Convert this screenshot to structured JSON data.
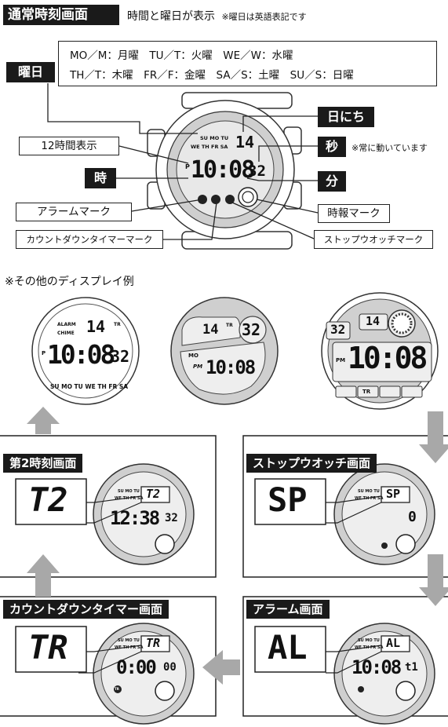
{
  "header": {
    "title": "通常時刻画面",
    "subtitle": "時間と曜日が表示",
    "note": "※曜日は英語表記です"
  },
  "weekday_legend": {
    "tag": "曜日",
    "row1": "MO／M：月曜　TU／T：火曜　WE／W：水曜",
    "row2": "TH／T：木曜　FR／F：金曜　SA／S：土曜　SU／S：日曜"
  },
  "callouts": {
    "day": "日にち",
    "second": "秒",
    "second_note": "※常に動いています",
    "hour12": "12時間表示",
    "hour": "時",
    "minute": "分",
    "alarm_mark": "アラームマーク",
    "countdown_mark": "カウントダウンタイマーマーク",
    "chime_mark": "時報マーク",
    "stopwatch_mark": "ストップウオッチマーク"
  },
  "main_watch": {
    "days_top": "SU MO TU",
    "days_bottom": "WE TH FR SA",
    "date": "14",
    "time": "10:08",
    "seconds": "32",
    "am_pm": "P"
  },
  "examples": {
    "title": "※その他のディスプレイ例",
    "ex1": {
      "alarm": "ALARM",
      "chime": "CHIME",
      "date": "14",
      "tr": "TR",
      "p": "P",
      "time": "10:08",
      "seconds": "32",
      "days": "SU MO TU WE TH FR SA"
    },
    "ex2": {
      "date": "14",
      "tr": "TR",
      "seconds": "32",
      "mo": "MO",
      "pm": "PM",
      "time": "10:08"
    },
    "ex3": {
      "seconds": "32",
      "date": "14",
      "pm": "PM",
      "time": "10:08",
      "tr": "TR"
    }
  },
  "modes": {
    "second_time": {
      "title": "第2時刻画面",
      "code": "T2",
      "time": "12:38",
      "seconds": "32"
    },
    "stopwatch": {
      "title": "ストップウオッチ画面",
      "code": "SP",
      "value": "0"
    },
    "countdown": {
      "title": "カウントダウンタイマー画面",
      "code": "TR",
      "time": "0:00",
      "sub": "00"
    },
    "alarm": {
      "title": "アラーム画面",
      "code": "AL",
      "time": "10:08",
      "sub": "t1"
    },
    "mini_days_top": "SU MO TU",
    "mini_days_bottom": "WE TH FR SA",
    "tr_icon": "TR"
  }
}
